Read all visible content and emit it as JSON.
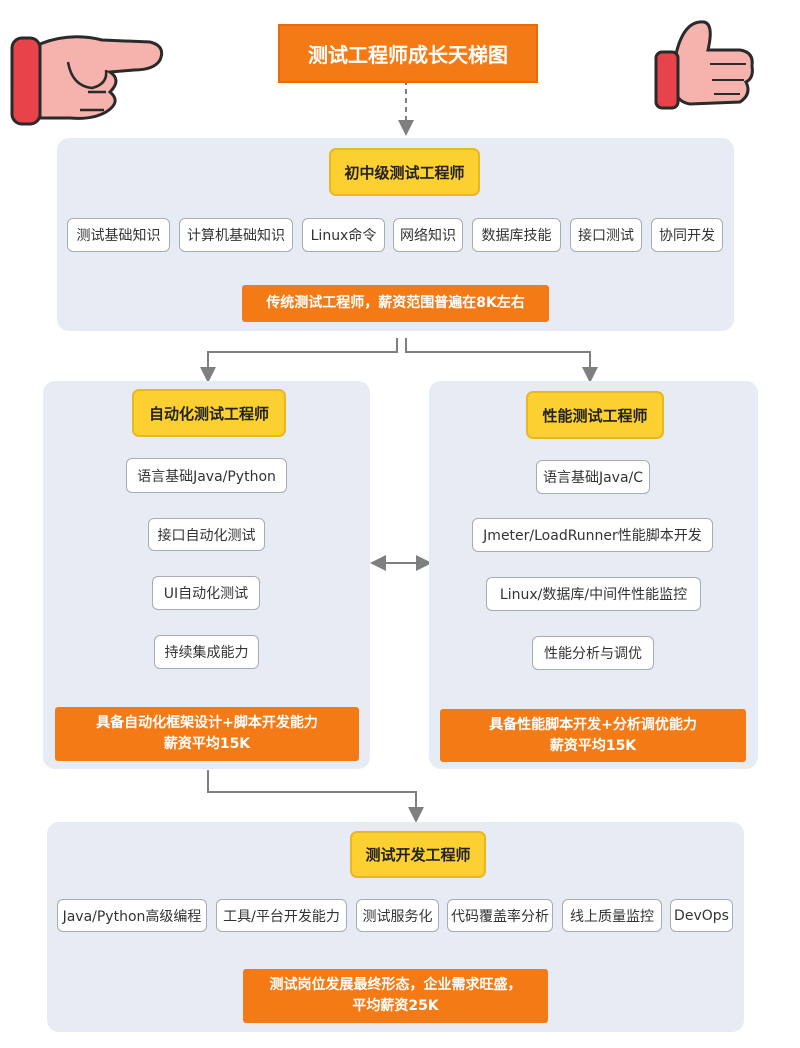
{
  "title": "测试工程师成长天梯图",
  "junior": {
    "title": "初中级测试工程师",
    "skills": [
      "测试基础知识",
      "计算机基础知识",
      "Linux命令",
      "网络知识",
      "数据库技能",
      "接口测试",
      "协同开发"
    ],
    "summary": "传统测试工程师，薪资范围普遍在8K左右"
  },
  "automation": {
    "title": "自动化测试工程师",
    "skills": [
      "语言基础Java/Python",
      "接口自动化测试",
      "UI自动化测试",
      "持续集成能力"
    ],
    "summary_line1": "具备自动化框架设计+脚本开发能力",
    "summary_line2": "薪资平均15K"
  },
  "performance": {
    "title": "性能测试工程师",
    "skills": [
      "语言基础Java/C",
      "Jmeter/LoadRunner性能脚本开发",
      "Linux/数据库/中间件性能监控",
      "性能分析与调优"
    ],
    "summary_line1": "具备性能脚本开发+分析调优能力",
    "summary_line2": "薪资平均15K"
  },
  "dev": {
    "title": "测试开发工程师",
    "skills": [
      "Java/Python高级编程",
      "工具/平台开发能力",
      "测试服务化",
      "代码覆盖率分析",
      "线上质量监控",
      "DevOps"
    ],
    "summary_line1": "测试岗位发展最终形态，企业需求旺盛，",
    "summary_line2": "平均薪资25K"
  },
  "colors": {
    "orange": "#f47a15",
    "yellow": "#fcd030",
    "panel": "#e7ebf3",
    "hand": "#f6b3ae"
  },
  "icons": [
    "pointing-hand-icon",
    "thumbs-up-icon"
  ]
}
